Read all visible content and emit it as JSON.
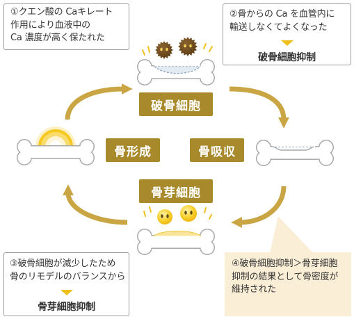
{
  "notes": {
    "note1": {
      "lines": [
        "①クエン酸の Caキレート",
        "作用により血液中の",
        "Ca 濃度が高く保たれた"
      ]
    },
    "note2": {
      "lines": [
        "②骨からの Ca を血管内に",
        "輸送しなくてよくなった"
      ],
      "result": "破骨細胞抑制"
    },
    "note3": {
      "lines": [
        "③破骨細胞が減少したため",
        "骨のリモデルのバランスから"
      ],
      "result": "骨芽細胞抑制"
    },
    "note4": {
      "lines": [
        "④破骨細胞抑制＞骨芽細胞",
        "抑制の結果として骨密度が",
        "維持された"
      ]
    }
  },
  "labels": {
    "osteoclast": "破骨細胞",
    "formation": "骨形成",
    "resorption": "骨吸収",
    "osteoblast": "骨芽細胞"
  },
  "colors": {
    "label_bg": "#a88a2c",
    "arrow": "#c9a544",
    "note4_bg": "#fbeed6",
    "accent": "#f0bf1c"
  },
  "icons": {
    "osteoclast": "osteoclast-cell-icon",
    "osteoblast": "osteoblast-cell-icon",
    "bone": "bone-icon",
    "arrow": "curved-arrow-icon",
    "marker": "down-triangle-icon"
  }
}
